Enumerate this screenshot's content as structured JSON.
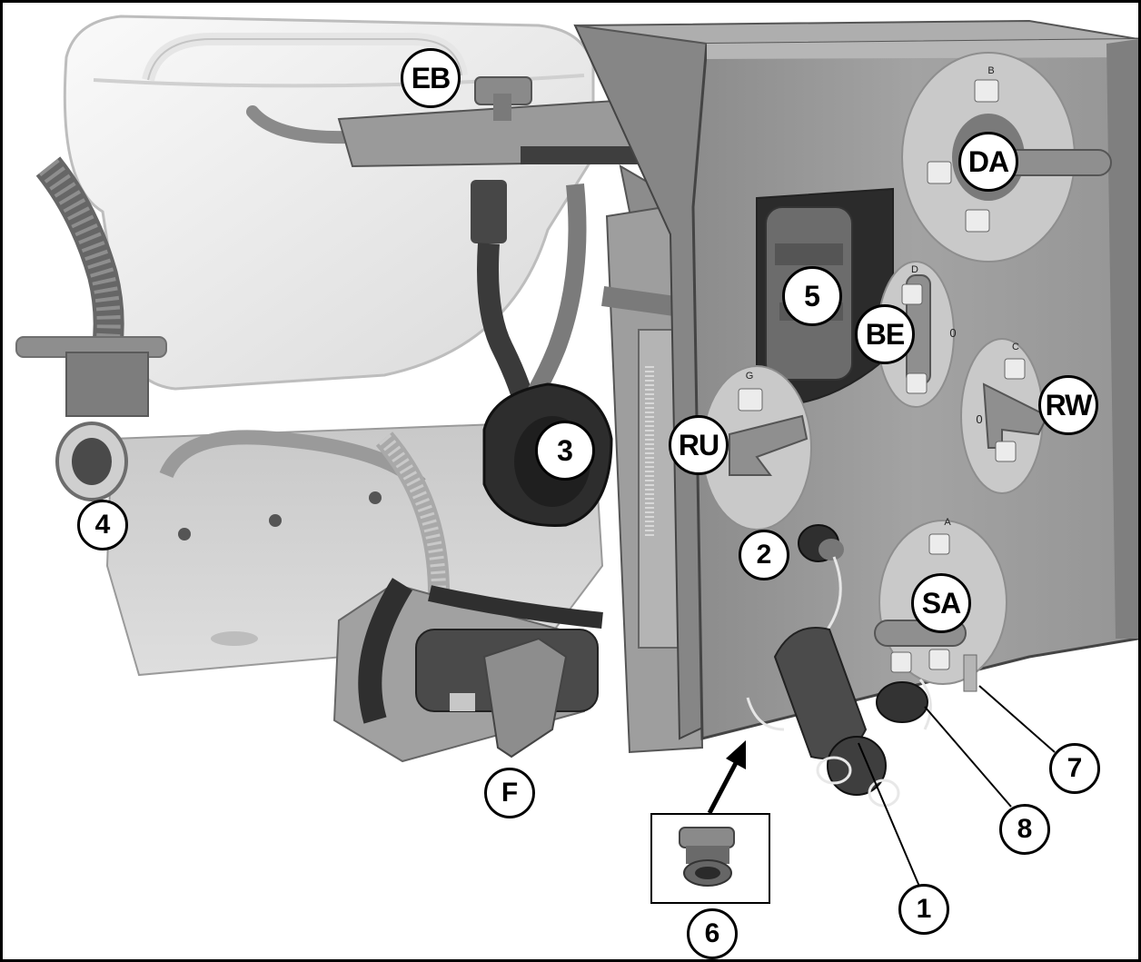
{
  "callouts": {
    "eb": "EB",
    "da": "DA",
    "be": "BE",
    "rw": "RW",
    "ru": "RU",
    "sa": "SA",
    "f": "F",
    "n1": "1",
    "n2": "2",
    "n3": "3",
    "n4": "4",
    "n5": "5",
    "n6": "6",
    "n7": "7",
    "n8": "8"
  },
  "dial_labels": {
    "da_top": "B",
    "be_top": "D",
    "be_zero": "0",
    "rw_top": "C",
    "rw_zero": "0",
    "ru_top": "G",
    "sa_top": "A"
  },
  "colors": {
    "frame": "#000000",
    "panel": "#9a9a9a",
    "panel_dark": "#7c7c7c",
    "tank": "#f2f2f2",
    "dial": "#c9c9c9",
    "hose": "#3a3a3a"
  }
}
